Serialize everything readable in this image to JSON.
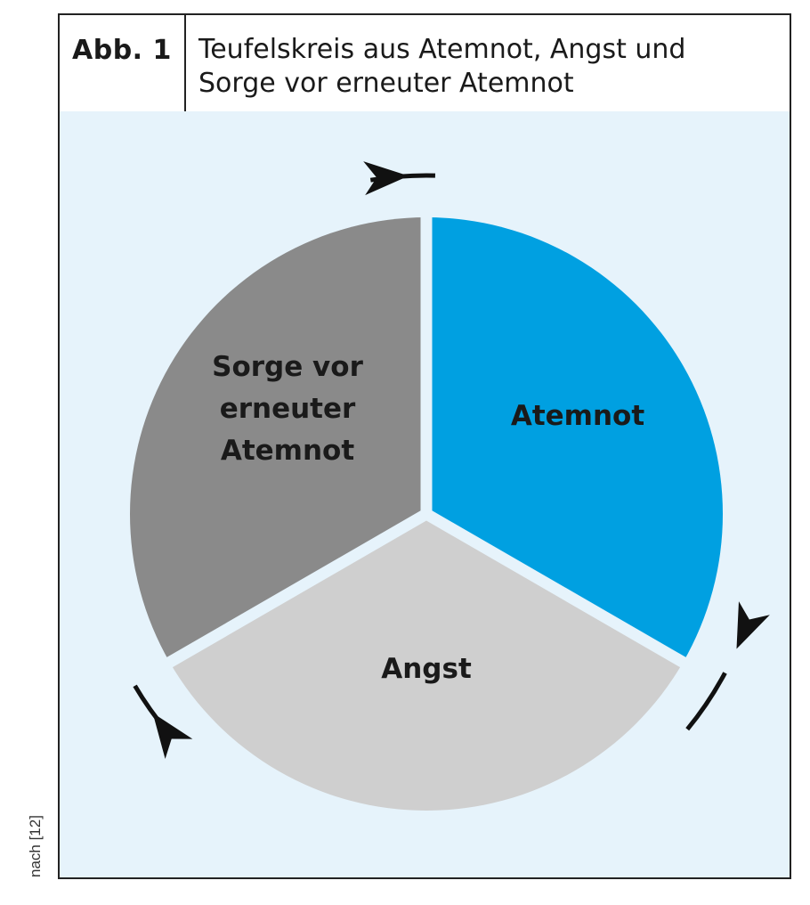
{
  "figure": {
    "label": "Abb. 1",
    "title_line1": "Teufelskreis aus Atemnot, Angst und",
    "title_line2": "Sorge vor erneuter Atemnot"
  },
  "cycle": {
    "segments": [
      {
        "id": "atemnot",
        "lines": [
          "Atemnot"
        ],
        "color": "#00a0e1"
      },
      {
        "id": "angst",
        "lines": [
          "Angst"
        ],
        "color": "#cfcfcf"
      },
      {
        "id": "sorge",
        "lines": [
          "Sorge vor",
          "erneuter",
          "Atemnot"
        ],
        "color": "#8a8a8a"
      }
    ],
    "arrow_direction": "clockwise",
    "arrow_color": "#111111",
    "background_color": "#e6f3fb"
  },
  "source": {
    "note": "nach [12]"
  }
}
